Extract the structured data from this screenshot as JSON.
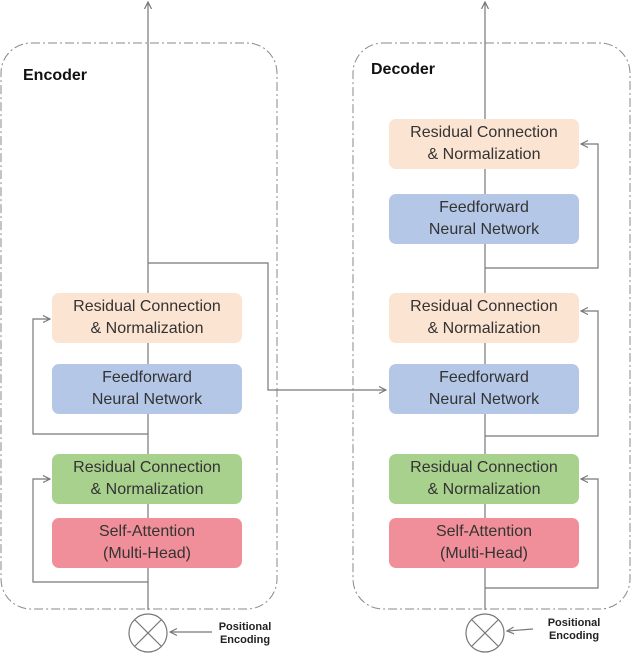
{
  "encoder": {
    "title": "Encoder",
    "blocks": [
      {
        "line1": "Residual Connection",
        "line2": "& Normalization"
      },
      {
        "line1": "Feedforward",
        "line2": "Neural Network"
      },
      {
        "line1": "Residual Connection",
        "line2": "& Normalization"
      },
      {
        "line1": "Self-Attention",
        "line2": "(Multi-Head)"
      }
    ],
    "positional_encoding": {
      "line1": "Positional",
      "line2": "Encoding"
    }
  },
  "decoder": {
    "title": "Decoder",
    "blocks": [
      {
        "line1": "Residual Connection",
        "line2": "& Normalization"
      },
      {
        "line1": "Feedforward",
        "line2": "Neural Network"
      },
      {
        "line1": "Residual Connection",
        "line2": "& Normalization"
      },
      {
        "line1": "Feedforward",
        "line2": "Neural Network"
      },
      {
        "line1": "Residual Connection",
        "line2": "& Normalization"
      },
      {
        "line1": "Self-Attention",
        "line2": "(Multi-Head)"
      }
    ],
    "positional_encoding": {
      "line1": "Positional",
      "line2": "Encoding"
    }
  },
  "colors": {
    "residual": "#fce4d3",
    "feedforward": "#b4c7e7",
    "residual_green": "#a9d18e",
    "attention": "#f08f9a",
    "line": "#777777"
  }
}
